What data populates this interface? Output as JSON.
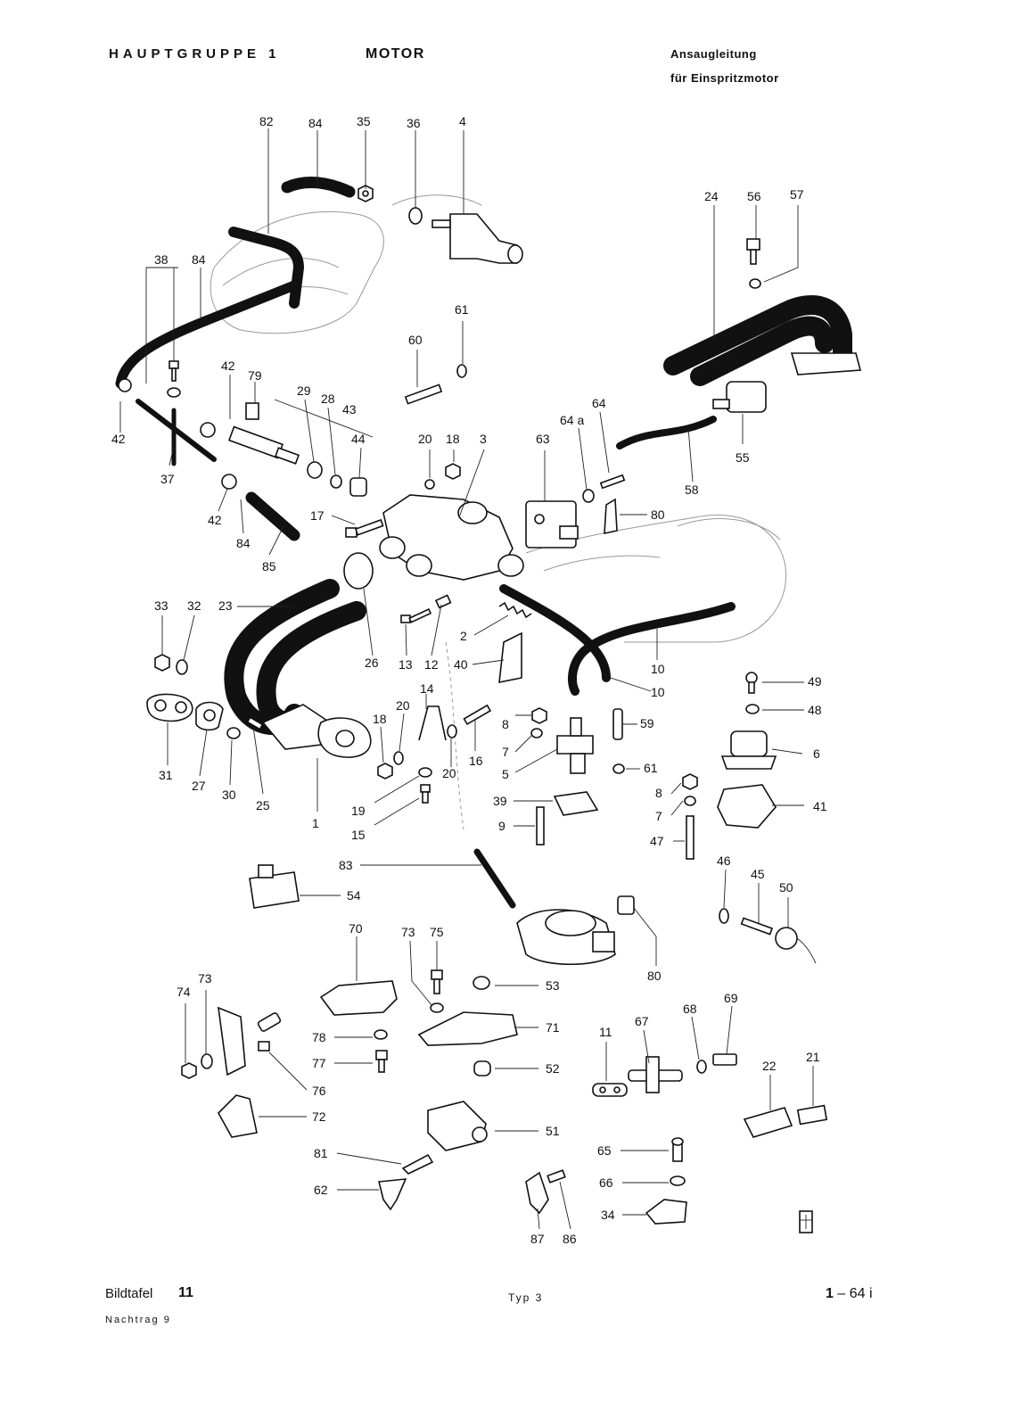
{
  "header": {
    "group_label": "HAUPTGRUPPE 1",
    "group_name": "MOTOR",
    "title_line1": "Ansaugleitung",
    "title_line2": "für Einspritzmotor"
  },
  "footer": {
    "plate_label": "Bildtafel",
    "plate_number": "11",
    "type": "Typ 3",
    "page_code_main": "1",
    "page_code_suffix": "– 64 i",
    "supplement": "Nachtrag 9"
  },
  "part_numbers": {
    "n82": "82",
    "n84a": "84",
    "n35": "35",
    "n36": "36",
    "n4": "4",
    "n24": "24",
    "n56": "56",
    "n57": "57",
    "n38": "38",
    "n84b": "84",
    "n61a": "61",
    "n60": "60",
    "n42a": "42",
    "n79": "79",
    "n29": "29",
    "n28": "28",
    "n43": "43",
    "n44": "44",
    "n42b": "42",
    "n37": "37",
    "n42c": "42",
    "n84c": "84",
    "n85": "85",
    "n20a": "20",
    "n18a": "18",
    "n3": "3",
    "n64": "64",
    "n64a": "64 a",
    "n63": "63",
    "n80a": "80",
    "n55": "55",
    "n58": "58",
    "n17": "17",
    "n33": "33",
    "n32": "32",
    "n23": "23",
    "n2": "2",
    "n40": "40",
    "n26": "26",
    "n13": "13",
    "n12": "12",
    "n10a": "10",
    "n10b": "10",
    "n49": "49",
    "n48": "48",
    "n14": "14",
    "n20b": "20",
    "n18b": "18",
    "n16": "16",
    "n20c": "20",
    "n8a": "8",
    "n7a": "7",
    "n5": "5",
    "n59": "59",
    "n61b": "61",
    "n6": "6",
    "n31": "31",
    "n27": "27",
    "n30": "30",
    "n25": "25",
    "n1": "1",
    "n19": "19",
    "n15": "15",
    "n39": "39",
    "n9": "9",
    "n8b": "8",
    "n7b": "7",
    "n41": "41",
    "n47": "47",
    "n83": "83",
    "n54": "54",
    "n46": "46",
    "n45": "45",
    "n50": "50",
    "n80b": "80",
    "n70": "70",
    "n73a": "73",
    "n75": "75",
    "n53": "53",
    "n74": "74",
    "n73b": "73",
    "n71": "71",
    "n78": "78",
    "n77": "77",
    "n52": "52",
    "n76": "76",
    "n72": "72",
    "n11": "11",
    "n67": "67",
    "n68": "68",
    "n69": "69",
    "n22": "22",
    "n21": "21",
    "n51": "51",
    "n81": "81",
    "n62": "62",
    "n65": "65",
    "n66": "66",
    "n34": "34",
    "n87": "87",
    "n86": "86"
  }
}
